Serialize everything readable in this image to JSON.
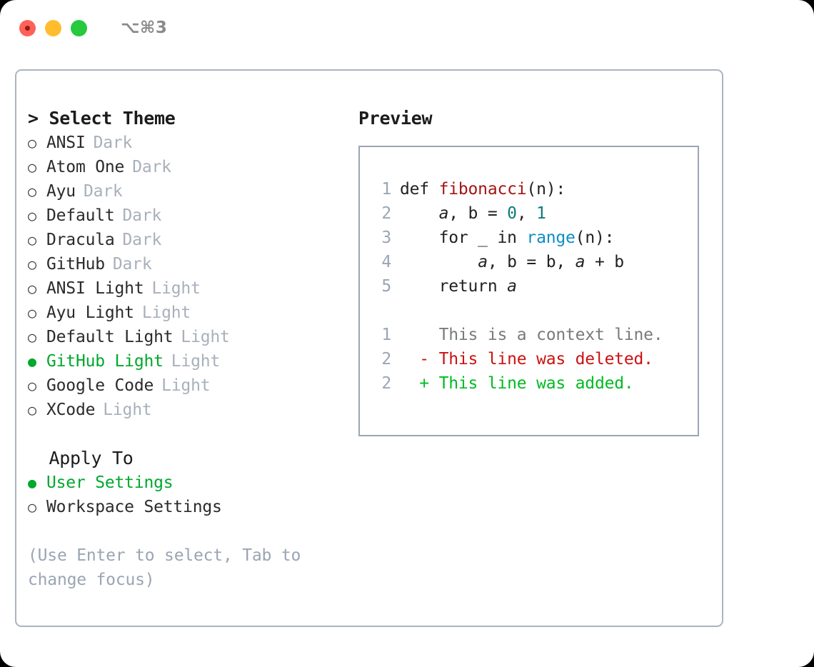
{
  "titlebar": {
    "shortcut": "⌥⌘3",
    "lights": [
      "close-red",
      "minimize-yellow",
      "maximize-green"
    ]
  },
  "left": {
    "heading": "> Select Theme",
    "themes": [
      {
        "bullet": "○",
        "name": "ANSI",
        "variant": "Dark",
        "selected": false
      },
      {
        "bullet": "○",
        "name": "Atom One",
        "variant": "Dark",
        "selected": false
      },
      {
        "bullet": "○",
        "name": "Ayu",
        "variant": "Dark",
        "selected": false
      },
      {
        "bullet": "○",
        "name": "Default",
        "variant": "Dark",
        "selected": false
      },
      {
        "bullet": "○",
        "name": "Dracula",
        "variant": "Dark",
        "selected": false
      },
      {
        "bullet": "○",
        "name": "GitHub",
        "variant": "Dark",
        "selected": false
      },
      {
        "bullet": "○",
        "name": "ANSI Light",
        "variant": "Light",
        "selected": false
      },
      {
        "bullet": "○",
        "name": "Ayu Light",
        "variant": "Light",
        "selected": false
      },
      {
        "bullet": "○",
        "name": "Default Light",
        "variant": "Light",
        "selected": false
      },
      {
        "bullet": "●",
        "name": "GitHub Light",
        "variant": "Light",
        "selected": true
      },
      {
        "bullet": "○",
        "name": "Google Code",
        "variant": "Light",
        "selected": false
      },
      {
        "bullet": "○",
        "name": "XCode",
        "variant": "Light",
        "selected": false
      }
    ],
    "apply_to_heading": "  Apply To",
    "apply_to": [
      {
        "bullet": "●",
        "name": "User Settings",
        "selected": true
      },
      {
        "bullet": "○",
        "name": "Workspace Settings",
        "selected": false
      }
    ],
    "hint": "(Use Enter to select, Tab to change focus)"
  },
  "right": {
    "preview_title": "Preview",
    "code_lines": [
      {
        "num": "1",
        "tokens": [
          {
            "t": "def ",
            "c": "tok-def"
          },
          {
            "t": "fibonacci",
            "c": "tok-fn"
          },
          {
            "t": "(n):",
            "c": "tok-plain"
          }
        ]
      },
      {
        "num": "2",
        "tokens": [
          {
            "t": "    ",
            "c": "tok-plain"
          },
          {
            "t": "a",
            "c": "tok-var"
          },
          {
            "t": ", ",
            "c": "tok-plain"
          },
          {
            "t": "b",
            "c": "tok-plain"
          },
          {
            "t": " = ",
            "c": "tok-plain"
          },
          {
            "t": "0",
            "c": "tok-num"
          },
          {
            "t": ", ",
            "c": "tok-plain"
          },
          {
            "t": "1",
            "c": "tok-num"
          }
        ]
      },
      {
        "num": "3",
        "tokens": [
          {
            "t": "    for _ in ",
            "c": "tok-plain"
          },
          {
            "t": "range",
            "c": "tok-call"
          },
          {
            "t": "(n):",
            "c": "tok-plain"
          }
        ]
      },
      {
        "num": "4",
        "tokens": [
          {
            "t": "        ",
            "c": "tok-plain"
          },
          {
            "t": "a",
            "c": "tok-var"
          },
          {
            "t": ", b = b, ",
            "c": "tok-plain"
          },
          {
            "t": "a",
            "c": "tok-var"
          },
          {
            "t": " + b",
            "c": "tok-plain"
          }
        ]
      },
      {
        "num": "5",
        "tokens": [
          {
            "t": "    return ",
            "c": "tok-plain"
          },
          {
            "t": "a",
            "c": "tok-var"
          }
        ]
      }
    ],
    "diff_lines": [
      {
        "num": "1",
        "marker": "  ",
        "text": "This is a context line.",
        "cls": "diff-ctx"
      },
      {
        "num": "2",
        "marker": "- ",
        "text": "This line was deleted.",
        "cls": "diff-del"
      },
      {
        "num": "2",
        "marker": "+ ",
        "text": "This line was added.",
        "cls": "diff-add"
      }
    ]
  },
  "colors": {
    "accent_green": "#00a82d",
    "border": "#aab4c0",
    "muted": "#a8b0bb",
    "hint": "#9aa5b4",
    "fn_red": "#a31515",
    "num_teal": "#0a7d78",
    "call_blue": "#0d8ec4",
    "diff_deleted": "#cc1111",
    "diff_added": "#00bb22"
  }
}
